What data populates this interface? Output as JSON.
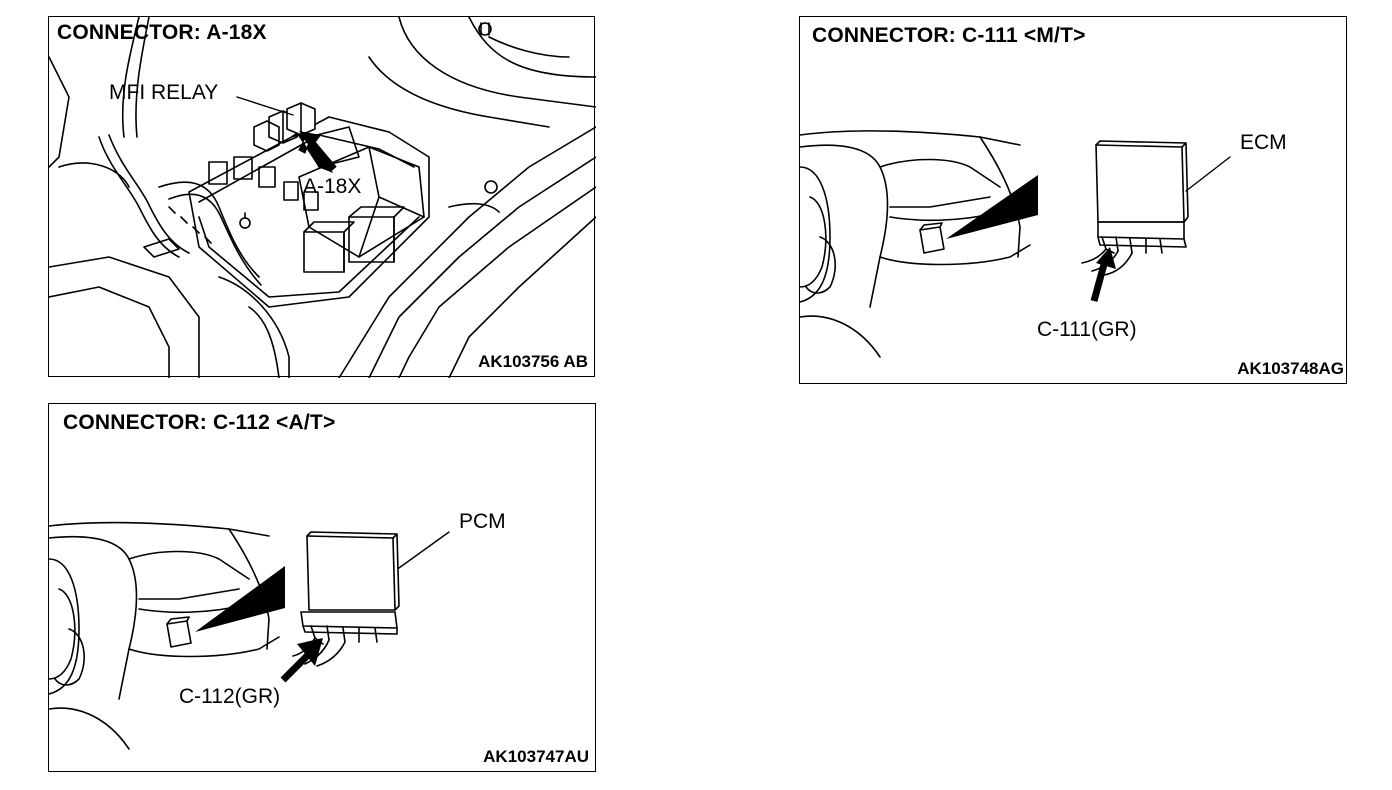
{
  "panels": [
    {
      "id": "a18x",
      "title": "CONNECTOR: A-18X",
      "labels": {
        "relay": "MFI RELAY",
        "connector": "A-18X"
      },
      "figure_code": "AK103756 AB"
    },
    {
      "id": "c111",
      "title": "CONNECTOR: C-111 <M/T>",
      "labels": {
        "unit": "ECM",
        "connector": "C-111(GR)"
      },
      "figure_code": "AK103748AG"
    },
    {
      "id": "c112",
      "title": "CONNECTOR: C-112 <A/T>",
      "labels": {
        "unit": "PCM",
        "connector": "C-112(GR)"
      },
      "figure_code": "AK103747AU"
    }
  ]
}
